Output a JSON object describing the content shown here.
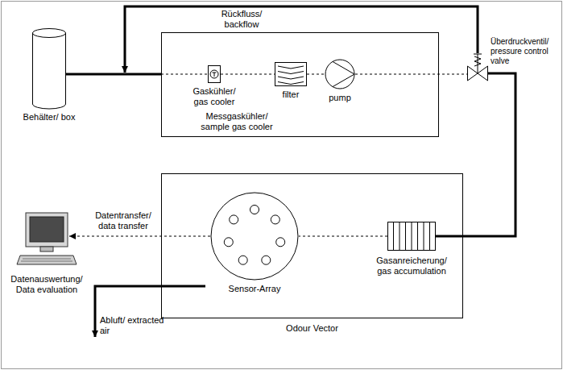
{
  "diagram": {
    "nodes": [
      {
        "text": [
          "Behälter/ box"
        ]
      },
      {
        "text": [
          "Messgaskühler/ sample gas cooler"
        ]
      },
      {
        "text": [
          "Gaskühler/ gas cooler"
        ],
        "in": 1
      },
      {
        "text": [
          "filter"
        ],
        "in": 1
      },
      {
        "text": [
          "pump"
        ],
        "in": 1
      },
      {
        "text": [
          "Überdruckventil/ pressure control valve"
        ]
      },
      {
        "text": [
          "Odour Vector"
        ]
      },
      {
        "text": [
          "Sensor-Array"
        ],
        "in": 6
      },
      {
        "text": [
          "Gasanreicherung/ gas accumulation"
        ],
        "in": 6
      },
      {
        "text": [
          "Datenauswertung/ Data evaluation"
        ]
      }
    ],
    "edges": [
      {
        "from": 0,
        "to": 2,
        "arrow": "none"
      },
      {
        "from": 2,
        "to": 3,
        "arrow": "none"
      },
      {
        "from": 3,
        "to": 4,
        "arrow": "none"
      },
      {
        "from": 4,
        "to": 5,
        "arrow": "none"
      },
      {
        "from": 5,
        "to": 2,
        "arrow": "to",
        "label": "Rückfluss/ backflow"
      },
      {
        "from": 5,
        "to": 8,
        "arrow": "none"
      },
      {
        "from": 8,
        "to": 7,
        "arrow": "none"
      },
      {
        "from": 7,
        "to": 9,
        "arrow": "to",
        "label": "Datentransfer/ data transfer"
      }
    ],
    "labels": [
      "Abluft/ extracted air"
    ]
  }
}
